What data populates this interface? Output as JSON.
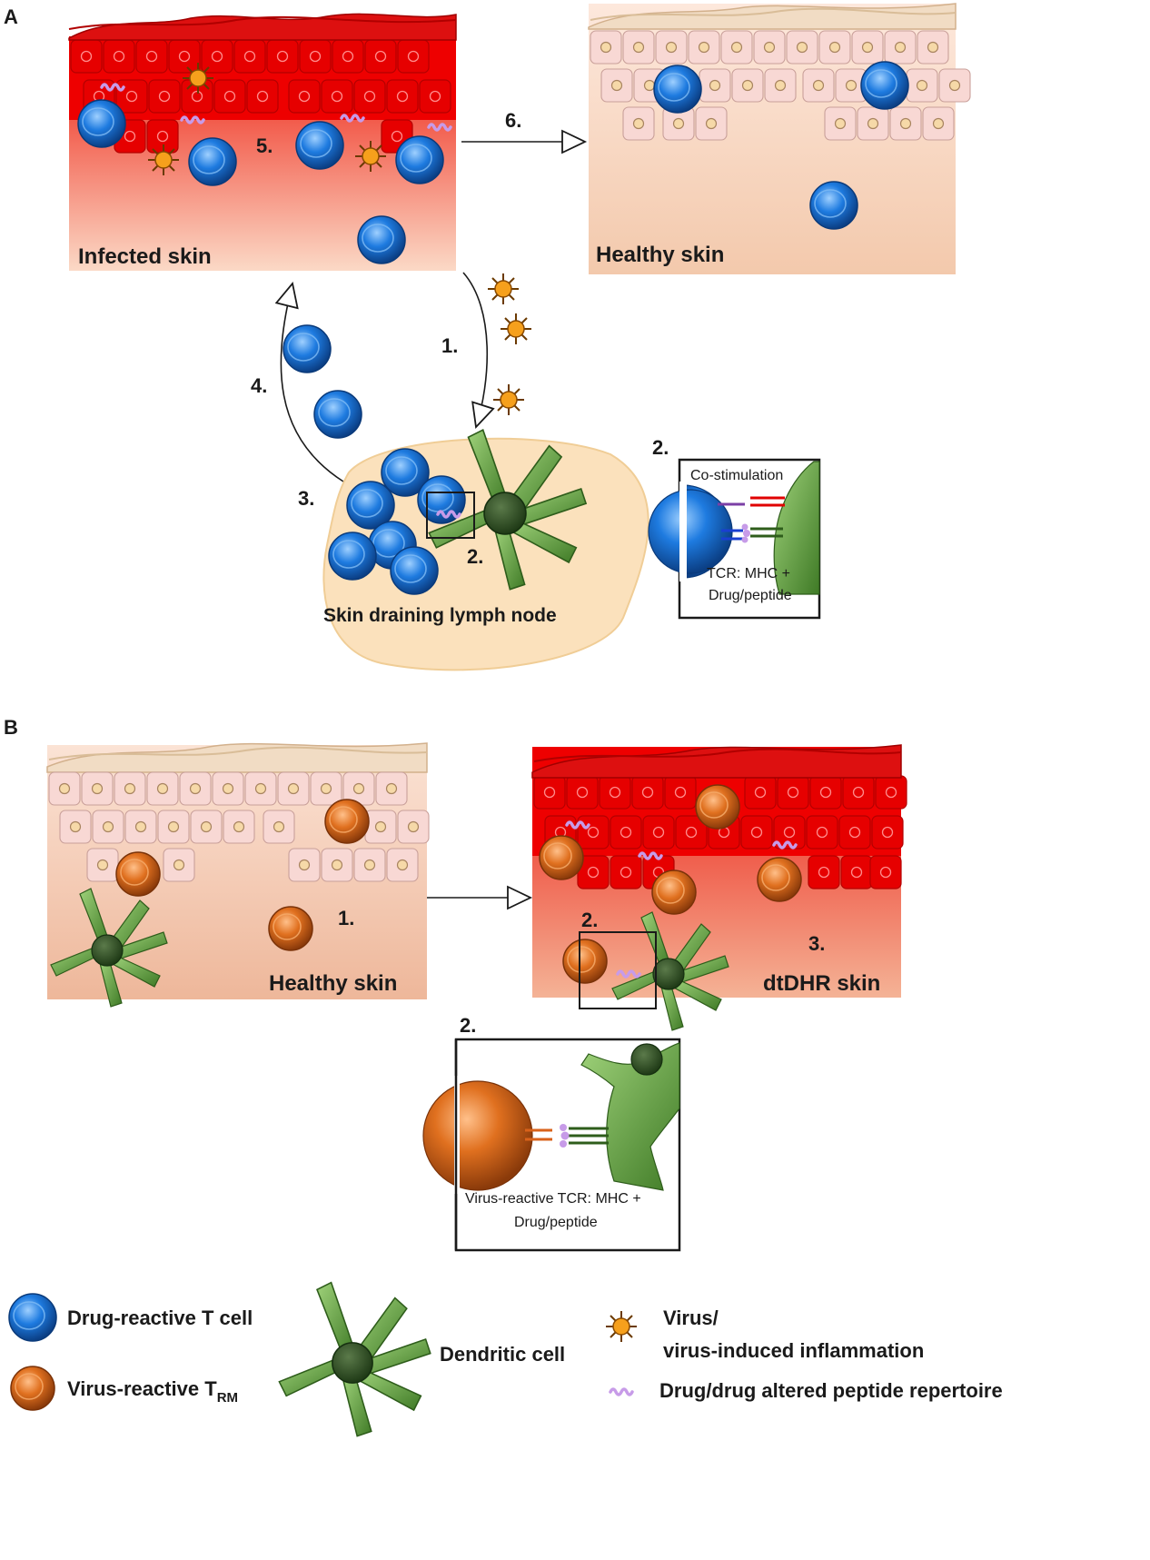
{
  "panels": {
    "a": {
      "letter": "A",
      "infected_skin": "Infected skin",
      "healthy_skin": "Healthy skin",
      "lymph_node": "Skin draining lymph node",
      "step1": "1.",
      "step2": "2.",
      "step3": "3.",
      "step4": "4.",
      "step5": "5.",
      "step6": "6.",
      "inset": {
        "number": "2.",
        "costim": "Co-stimulation",
        "tcr_line1": "TCR: MHC +",
        "tcr_line2": "Drug/peptide"
      }
    },
    "b": {
      "letter": "B",
      "healthy_skin": "Healthy skin",
      "dtdhr_skin": "dtDHR skin",
      "step1": "1.",
      "step2": "2.",
      "step3": "3.",
      "inset": {
        "number": "2.",
        "tcr_line1": "Virus-reactive TCR: MHC +",
        "tcr_line2": "Drug/peptide"
      }
    }
  },
  "legend": {
    "drug_t_cell": "Drug-reactive T cell",
    "virus_trm_prefix": "Virus-reactive T",
    "virus_trm_sub": "RM",
    "dendritic_cell": "Dendritic cell",
    "virus_line1": "Virus/",
    "virus_line2": "virus-induced inflammation",
    "drug_peptide": "Drug/drug altered peptide repertoire"
  },
  "colors": {
    "inflamed": "#e80000",
    "healthy_cell": "#f7d6d2",
    "dermis": "#f7d3b8",
    "drug_t_cell": "#1565c0",
    "virus_trm": "#d9621a",
    "dendritic": "#5c9a3c",
    "virus": "#f4a020",
    "peptide": "#c79be8"
  }
}
